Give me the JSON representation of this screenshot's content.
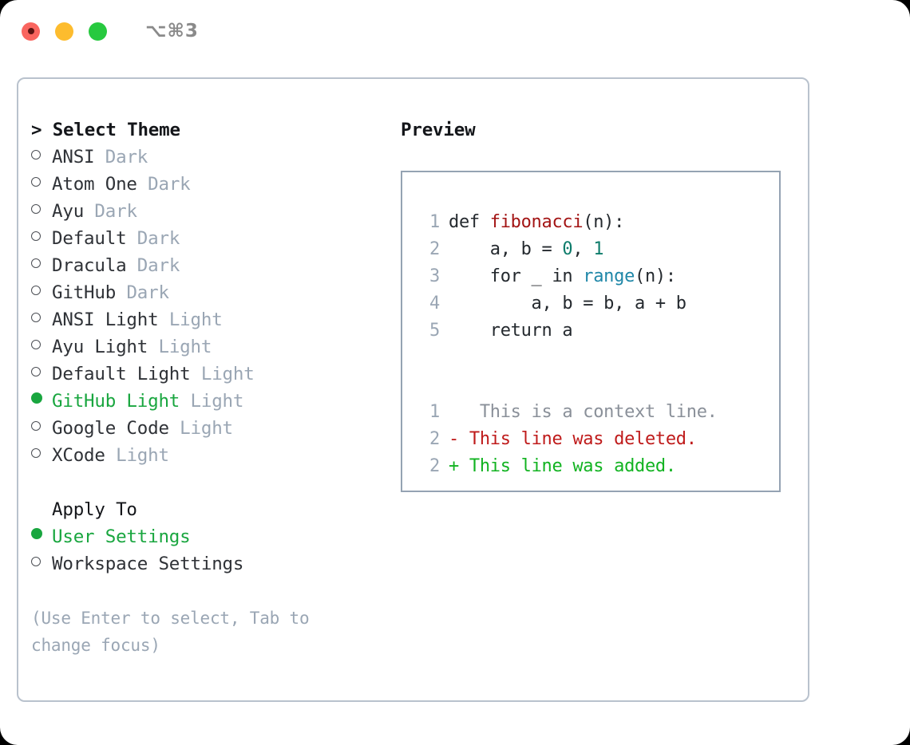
{
  "titlebar": {
    "shortcut": "⌥⌘3",
    "lights": [
      {
        "name": "close",
        "color": "#f9655f"
      },
      {
        "name": "minimize",
        "color": "#fdbc2e"
      },
      {
        "name": "maximize",
        "color": "#27c93f"
      }
    ]
  },
  "theme_panel": {
    "heading": "> Select Theme",
    "items": [
      {
        "label": "ANSI",
        "tag": "Dark",
        "selected": false
      },
      {
        "label": "Atom One",
        "tag": "Dark",
        "selected": false
      },
      {
        "label": "Ayu",
        "tag": "Dark",
        "selected": false
      },
      {
        "label": "Default",
        "tag": "Dark",
        "selected": false
      },
      {
        "label": "Dracula",
        "tag": "Dark",
        "selected": false
      },
      {
        "label": "GitHub",
        "tag": "Dark",
        "selected": false
      },
      {
        "label": "ANSI Light",
        "tag": "Light",
        "selected": false
      },
      {
        "label": "Ayu Light",
        "tag": "Light",
        "selected": false
      },
      {
        "label": "Default Light",
        "tag": "Light",
        "selected": false
      },
      {
        "label": "GitHub Light",
        "tag": "Light",
        "selected": true
      },
      {
        "label": "Google Code",
        "tag": "Light",
        "selected": false
      },
      {
        "label": "XCode",
        "tag": "Light",
        "selected": false
      }
    ]
  },
  "apply_to": {
    "heading": "Apply To",
    "options": [
      {
        "label": "User Settings",
        "selected": true
      },
      {
        "label": "Workspace Settings",
        "selected": false
      }
    ]
  },
  "hint": "(Use Enter to select, Tab to change focus)",
  "preview": {
    "heading": "Preview",
    "code_lines": [
      {
        "num": "1",
        "tokens": [
          {
            "text": "def ",
            "type": "plain"
          },
          {
            "text": "fibonacci",
            "type": "fn"
          },
          {
            "text": "(n):",
            "type": "plain"
          }
        ]
      },
      {
        "num": "2",
        "tokens": [
          {
            "text": "    a, b = ",
            "type": "plain"
          },
          {
            "text": "0",
            "type": "num"
          },
          {
            "text": ", ",
            "type": "plain"
          },
          {
            "text": "1",
            "type": "num"
          }
        ]
      },
      {
        "num": "3",
        "tokens": [
          {
            "text": "    for _ in ",
            "type": "plain"
          },
          {
            "text": "range",
            "type": "call"
          },
          {
            "text": "(n):",
            "type": "plain"
          }
        ]
      },
      {
        "num": "4",
        "tokens": [
          {
            "text": "        a, b = b, a + b",
            "type": "plain"
          }
        ]
      },
      {
        "num": "5",
        "tokens": [
          {
            "text": "    return a",
            "type": "plain"
          }
        ]
      }
    ],
    "diff_lines": [
      {
        "num": "1",
        "marker": " ",
        "text": "  This is a context line.",
        "kind": "context"
      },
      {
        "num": "2",
        "marker": "-",
        "text": " This line was deleted.",
        "kind": "deleted"
      },
      {
        "num": "2",
        "marker": "+",
        "text": " This line was added.",
        "kind": "added"
      }
    ]
  },
  "colors": {
    "accent_green": "#19a63f",
    "muted": "#9aa6b4",
    "border": "#b9c2cd",
    "preview_border": "#95a3b3",
    "code_fn": "#a31515",
    "code_call": "#1f87a8",
    "code_num": "#0e7c6b",
    "diff_deleted": "#bf1b1b",
    "diff_added": "#12b321",
    "diff_context": "#8a9099"
  }
}
